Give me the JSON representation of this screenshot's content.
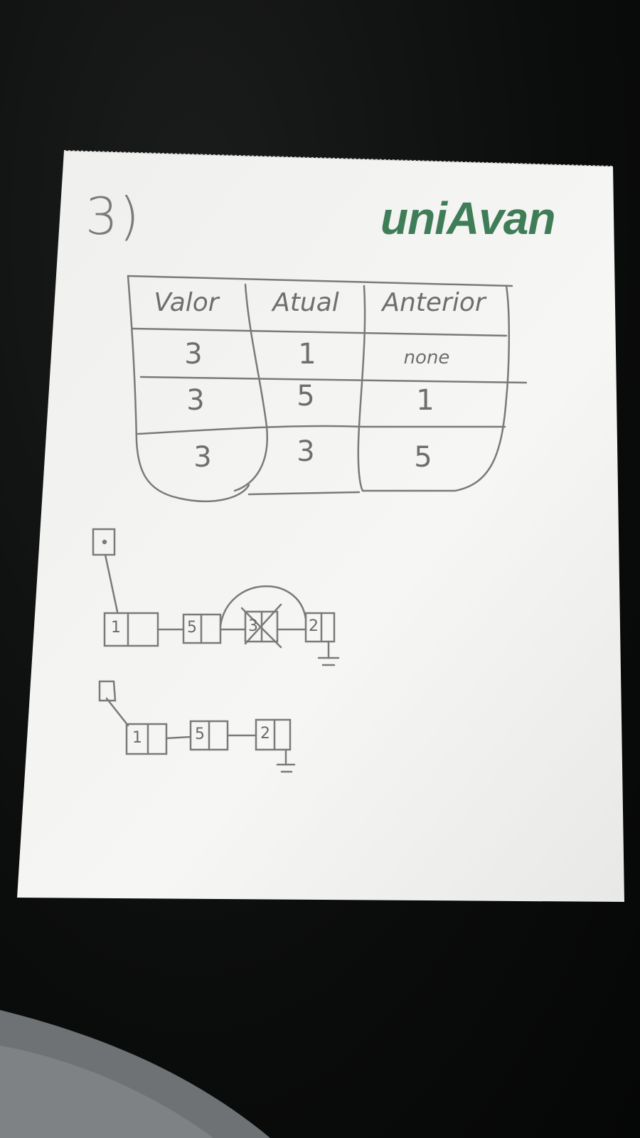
{
  "question_number": "3)",
  "logo": {
    "text": "uniAvan",
    "color": "#3f7d58"
  },
  "table": {
    "headers": [
      "Valor",
      "Atual",
      "Anterior"
    ],
    "rows": [
      [
        "3",
        "1",
        "none"
      ],
      [
        "3",
        "5",
        "1"
      ],
      [
        "3",
        "3",
        "5"
      ]
    ]
  },
  "diagram_before": {
    "nodes": [
      "1",
      "5",
      "3",
      "2"
    ],
    "removed": "3"
  },
  "diagram_after": {
    "nodes": [
      "1",
      "5",
      "2"
    ]
  },
  "colors": {
    "ink": "#7a7a7a",
    "paper": "#f4f4f2",
    "background": "#0d0f0e"
  }
}
